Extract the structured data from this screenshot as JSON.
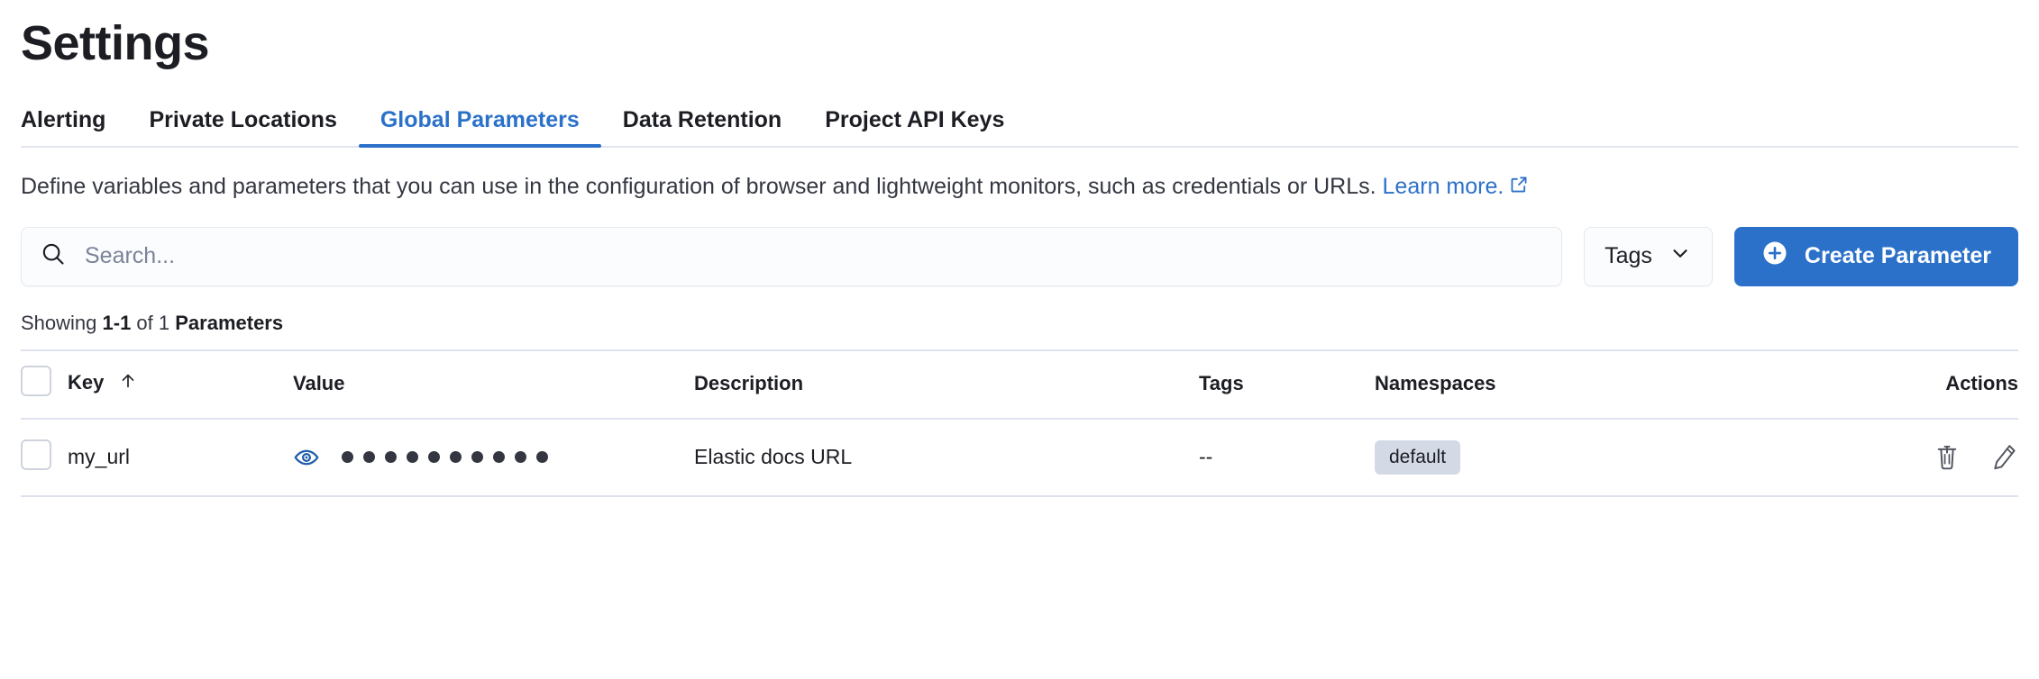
{
  "header": {
    "title": "Settings"
  },
  "tabs": [
    {
      "label": "Alerting",
      "active": false
    },
    {
      "label": "Private Locations",
      "active": false
    },
    {
      "label": "Global Parameters",
      "active": true
    },
    {
      "label": "Data Retention",
      "active": false
    },
    {
      "label": "Project API Keys",
      "active": false
    }
  ],
  "description": {
    "text": "Define variables and parameters that you can use in the configuration of browser and lightweight monitors, such as credentials or URLs. ",
    "link_text": "Learn more.",
    "link_icon": "external-link-icon"
  },
  "toolbar": {
    "search_placeholder": "Search...",
    "search_value": "",
    "search_icon": "search-icon",
    "tags_label": "Tags",
    "tags_chevron_icon": "chevron-down-icon",
    "create_label": "Create Parameter",
    "create_icon": "plus-circle-icon"
  },
  "results": {
    "prefix": "Showing ",
    "range": "1-1",
    "middle": " of 1 ",
    "noun": "Parameters"
  },
  "table": {
    "columns": [
      {
        "label": "",
        "name": "select-all"
      },
      {
        "label": "Key",
        "name": "key",
        "sorted": "asc",
        "sort_icon": "arrow-up-icon"
      },
      {
        "label": "Value",
        "name": "value"
      },
      {
        "label": "Description",
        "name": "description"
      },
      {
        "label": "Tags",
        "name": "tags"
      },
      {
        "label": "Namespaces",
        "name": "namespaces"
      },
      {
        "label": "Actions",
        "name": "actions"
      }
    ],
    "rows": [
      {
        "key": "my_url",
        "value_masked_dots": 10,
        "value_reveal_icon": "eye-icon",
        "description": "Elastic docs URL",
        "tags": "--",
        "namespaces": [
          "default"
        ],
        "actions": [
          "trash-icon",
          "pencil-icon"
        ]
      }
    ]
  },
  "colors": {
    "accent": "#2b71c9",
    "text": "#1d1e24",
    "muted": "#7b8398",
    "border": "#dfe2ee",
    "badge_bg": "#d3dae6",
    "panel_bg": "#fbfcfd"
  }
}
